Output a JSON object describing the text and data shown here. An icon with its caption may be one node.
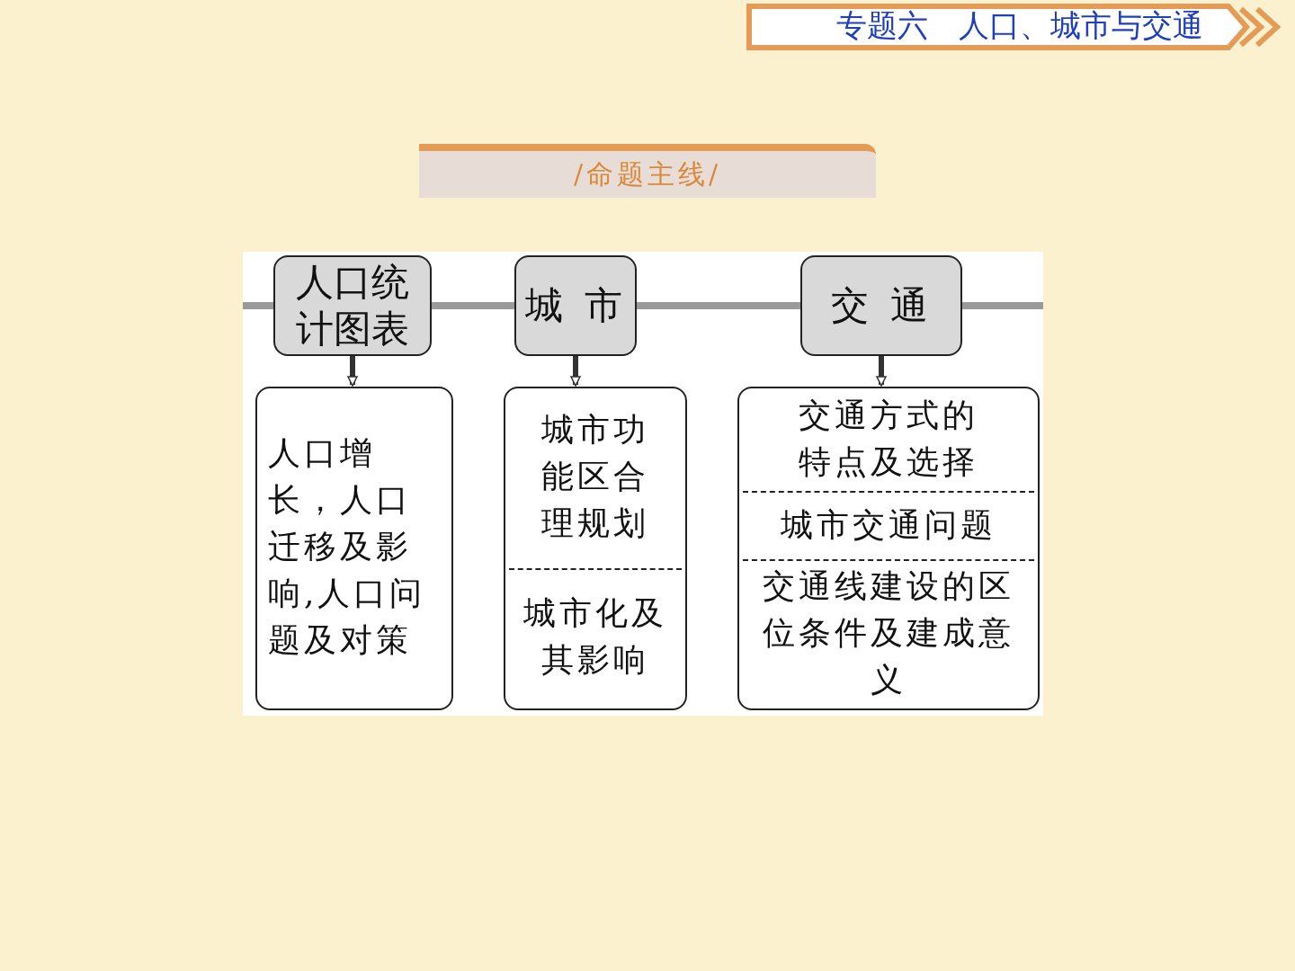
{
  "diagram": {
    "nodes": [
      {
        "text": [
          "专题六　人口、城市与交通"
        ]
      },
      {
        "text": [
          "/命题主线/"
        ]
      },
      {
        "text": [
          "人口统计图表"
        ]
      },
      {
        "text": [
          "城市"
        ]
      },
      {
        "text": [
          "交通"
        ]
      },
      {
        "text": [
          "人口增长，人口迁移及影响,人口问题及对策"
        ]
      },
      {
        "text": [
          "城市功能区合理规划",
          "城市化及其影响"
        ]
      },
      {
        "text": [
          "交通方式的特点及选择",
          "城市交通问题",
          "交通线建设的区位条件及建成意义"
        ]
      }
    ],
    "edges": [
      {
        "from": 2,
        "to": 5,
        "arrow": "to"
      },
      {
        "from": 3,
        "to": 6,
        "arrow": "to"
      },
      {
        "from": 4,
        "to": 7,
        "arrow": "to"
      }
    ]
  }
}
